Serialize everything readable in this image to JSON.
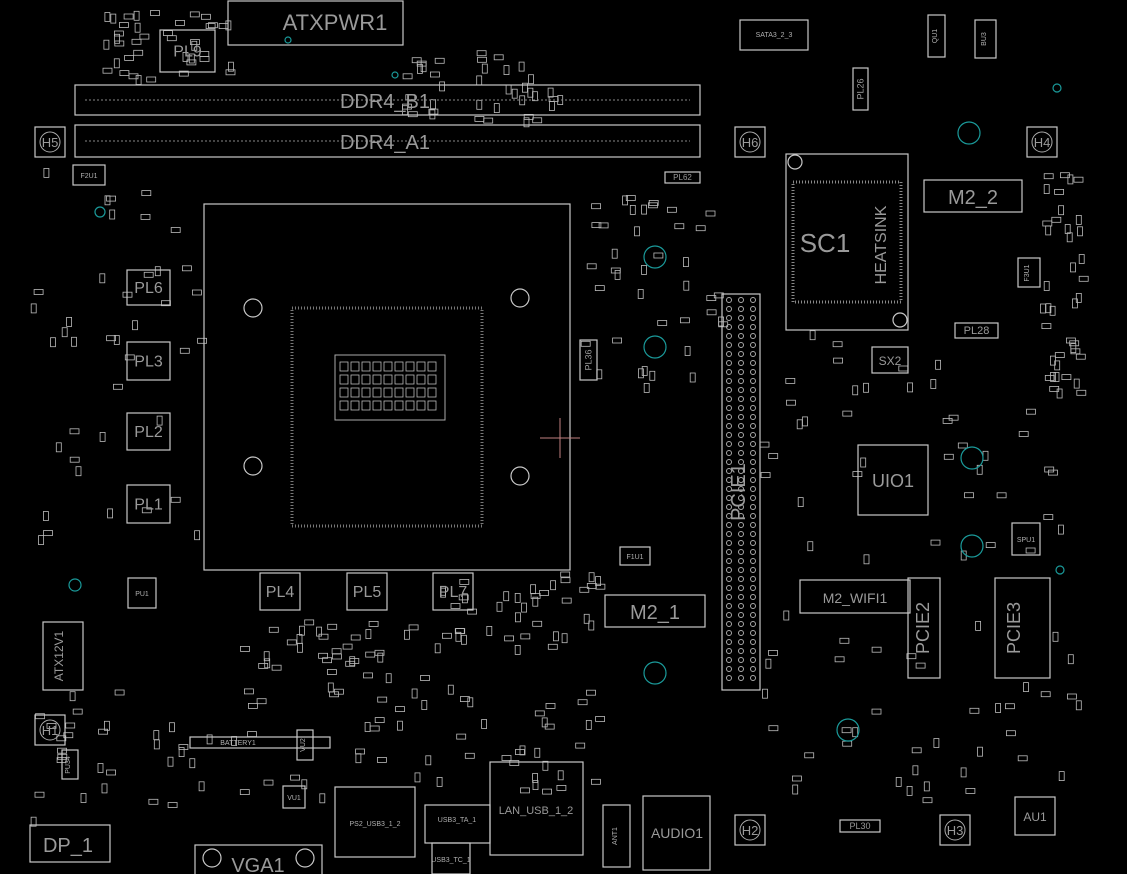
{
  "board": {
    "power": {
      "atxpwr": "ATXPWR1",
      "atx12v": "ATX12V1"
    },
    "memory": {
      "ddr4_b": "DDR4_B1",
      "ddr4_a": "DDR4_A1"
    },
    "chipset": {
      "name": "SC1",
      "heatsink": "HEATSINK"
    },
    "slots": {
      "m2_2": "M2_2",
      "m2_1": "M2_1",
      "m2_wifi": "M2_WIFI1",
      "pcie1": "PCIE1",
      "pcie2": "PCIE2",
      "pcie3": "PCIE3"
    },
    "ics": {
      "uio1": "UIO1",
      "pu1": "PU1",
      "spu1": "SPU1",
      "au1": "AU1",
      "qu1": "QU1",
      "bu3": "BU3",
      "f2u1": "F2U1",
      "f3u1": "F3U1",
      "f1u1": "F1U1",
      "vu1": "VU1",
      "vu2": "VU2",
      "pu34": "PU34",
      "sx2": "SX2"
    },
    "inductors": {
      "pl9": "PL9",
      "pl6": "PL6",
      "pl3": "PL3",
      "pl2": "PL2",
      "pl1": "PL1",
      "pl4": "PL4",
      "pl5": "PL5",
      "pl7": "PL7",
      "pl26": "PL26",
      "pl28": "PL28",
      "pl30": "PL30",
      "pl62": "PL62",
      "pl36": "PL36"
    },
    "holes": {
      "h1": "H1",
      "h2": "H2",
      "h3": "H3",
      "h4": "H4",
      "h5": "H5",
      "h6": "H6"
    },
    "io": {
      "dp": "DP_1",
      "vga": "VGA1",
      "battery": "BATTERY1",
      "lan_usb": "LAN_USB_1_2",
      "ps2_usb": "PS2_USB3_1_2",
      "usb3_ta": "USB3_TA_1",
      "usb3_tc": "USB3_TC_1",
      "ant": "ANT1",
      "audio": "AUDIO1",
      "sata": "SATA3_2_3"
    }
  },
  "colors": {
    "background": "#000000",
    "outline": "#c8c8c8",
    "testpoint": "#1a9a9a",
    "cursor": "#c08080"
  }
}
